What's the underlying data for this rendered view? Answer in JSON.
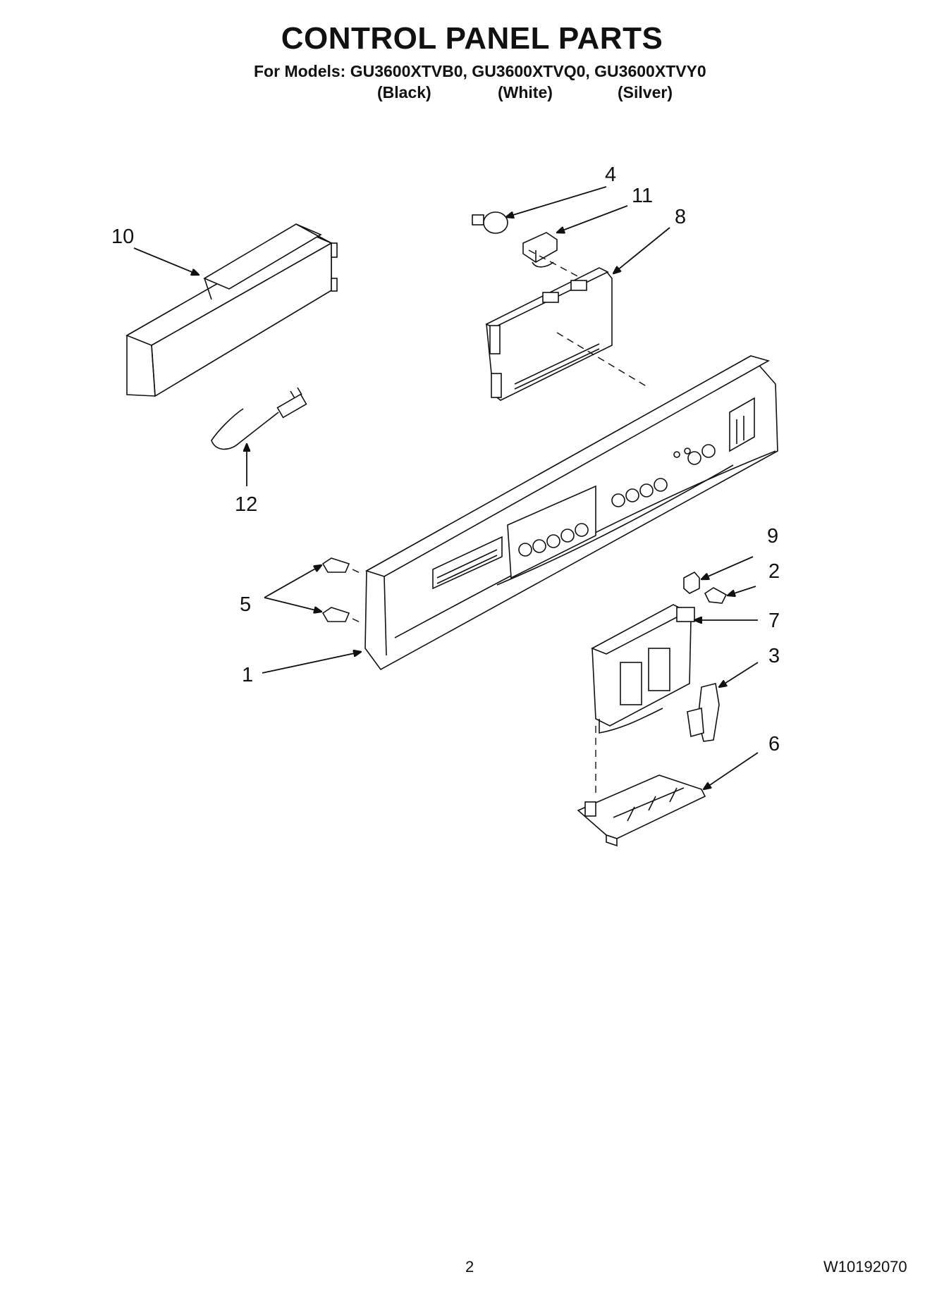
{
  "header": {
    "title": "CONTROL PANEL PARTS",
    "models_line": "For Models: GU3600XTVB0, GU3600XTVQ0, GU3600XTVY0",
    "variants": [
      "(Black)",
      "(White)",
      "(Silver)"
    ]
  },
  "callouts": {
    "p1": "1",
    "p2": "2",
    "p3": "3",
    "p4": "4",
    "p5": "5",
    "p6": "6",
    "p7": "7",
    "p8": "8",
    "p9": "9",
    "p10": "10",
    "p11": "11",
    "p12": "12"
  },
  "footer": {
    "page_number": "2",
    "document_number": "W10192070"
  }
}
